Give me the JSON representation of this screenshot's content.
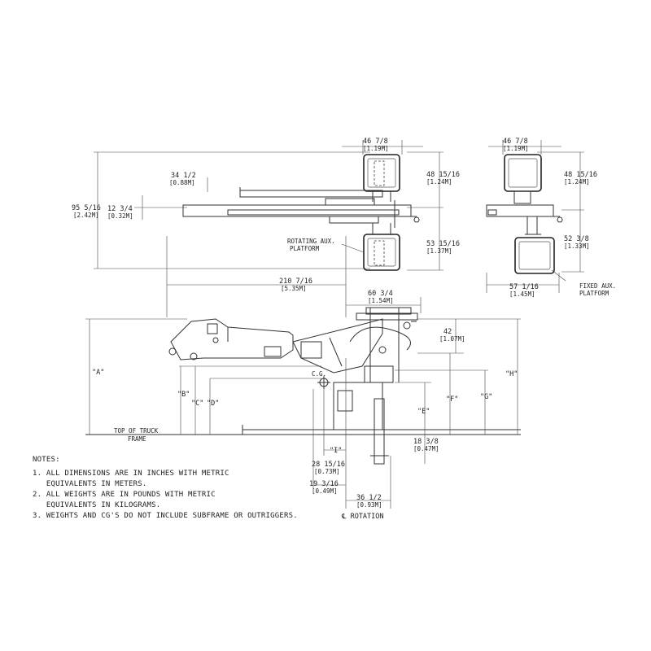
{
  "top_view": {
    "width": "46 7/8",
    "width_m": "[1.19M]",
    "upper": "48 15/16",
    "upper_m": "[1.24M]",
    "lower": "53 15/16",
    "lower_m": "[1.37M]",
    "boom_w": "34 1/2",
    "boom_w_m": "[0.88M]",
    "tip": "12 3/4",
    "tip_m": "[0.32M]",
    "overall_w": "95 5/16",
    "overall_w_m": "[2.42M]",
    "reach": "210 7/16",
    "reach_m": "[5.35M]",
    "pedestal": "60 3/4",
    "pedestal_m": "[1.54M]",
    "rot_label_1": "ROTATING AUX.",
    "rot_label_2": "PLATFORM"
  },
  "right_view": {
    "width": "46 7/8",
    "width_m": "[1.19M]",
    "upper": "48 15/16",
    "upper_m": "[1.24M]",
    "lower": "52 3/8",
    "lower_m": "[1.33M]",
    "offset": "57 1/16",
    "offset_m": "[1.45M]",
    "fixed_label_1": "FIXED AUX.",
    "fixed_label_2": "PLATFORM"
  },
  "side_view": {
    "a": "\"A\"",
    "b": "\"B\"",
    "c": "\"C\"",
    "d": "\"D\"",
    "e": "\"E\"",
    "f": "\"F\"",
    "g": "\"G\"",
    "h": "\"H\"",
    "i": "\"I\"",
    "cg": "C.G.",
    "h42": "42",
    "h42_m": "[1.07M]",
    "h18": "18 3/8",
    "h18_m": "[0.47M]",
    "w28": "28 15/16",
    "w28_m": "[0.73M]",
    "w19": "19 3/16",
    "w19_m": "[0.49M]",
    "w36": "36 1/2",
    "w36_m": "[0.93M]",
    "truck_1": "TOP OF TRUCK",
    "truck_2": "FRAME",
    "rotation": "℄ ROTATION"
  },
  "notes": {
    "title": "NOTES:",
    "items": [
      "1. ALL DIMENSIONS ARE IN INCHES WITH METRIC",
      "   EQUIVALENTS IN METERS.",
      "2. ALL WEIGHTS ARE IN POUNDS WITH METRIC",
      "   EQUIVALENTS IN KILOGRAMS.",
      "3. WEIGHTS AND CG'S DO NOT INCLUDE SUBFRAME OR OUTRIGGERS."
    ]
  }
}
